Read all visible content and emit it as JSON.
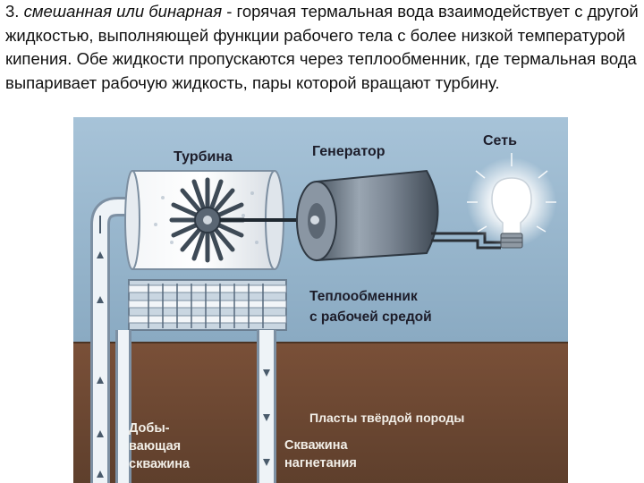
{
  "text": {
    "num": "3. ",
    "italic": "смешанная или бинарная",
    "rest": " - горячая термальная вода взаимодействует с другой жидкостью, выполняющей функции рабочего тела с более низкой температурой кипения. Обе жидкости пропускаются через теплообменник, где термальная вода выпаривает рабочую жидкость, пары которой вращают турбину."
  },
  "labels": {
    "turbine": "Турбина",
    "generator": "Генератор",
    "network": "Сеть",
    "heat_exchanger_1": "Теплообменник",
    "heat_exchanger_2": "с рабочей средой",
    "rock_layers": "Пласты твёрдой породы",
    "production_1": "Добы-",
    "production_2": "вающая",
    "production_3": "скважина",
    "injection_1": "Скважина",
    "injection_2": "нагнетания"
  },
  "colors": {
    "sky": "#9ab8cf",
    "ground": "#6e4a33",
    "pipe": "#e8eef4",
    "generator": "#6e7b8a"
  }
}
